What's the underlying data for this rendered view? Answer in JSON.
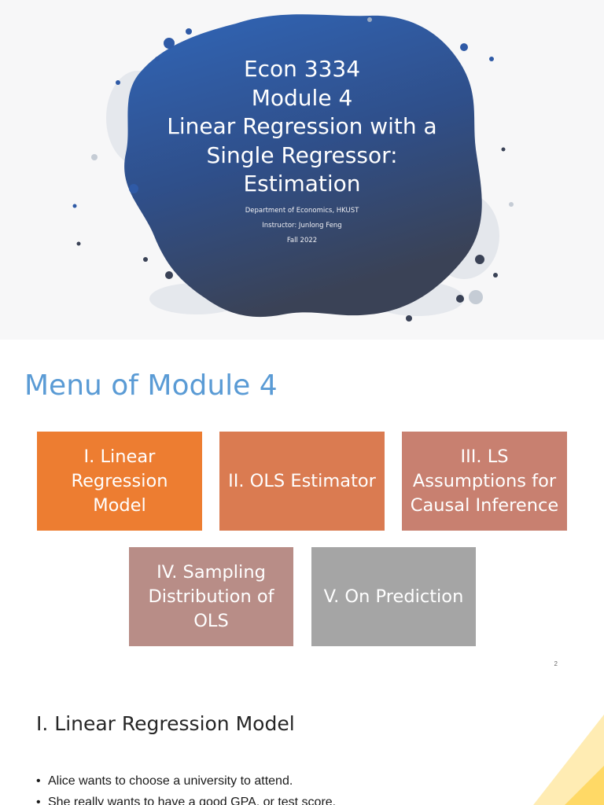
{
  "slide1": {
    "title_lines": [
      "Econ 3334",
      "Module 4",
      "Linear Regression with a",
      "Single Regressor:",
      "Estimation"
    ],
    "subtitle_lines": [
      "Department of Economics, HKUST",
      "Instructor: Junlong Feng",
      "Fall 2022"
    ],
    "colors": {
      "blob_top": "#3166b8",
      "blob_bottom": "#3a4256"
    }
  },
  "slide2": {
    "title": "Menu of Module 4",
    "boxes": [
      {
        "lines": [
          "I. Linear",
          "Regression",
          "Model"
        ],
        "color": "#ed7d31"
      },
      {
        "lines": [
          "II. OLS Estimator"
        ],
        "color": "#da7b51"
      },
      {
        "lines": [
          "III. LS",
          "Assumptions for",
          "Causal Inference"
        ],
        "color": "#c88070"
      },
      {
        "lines": [
          "IV. Sampling",
          "Distribution of",
          "OLS"
        ],
        "color": "#b88d87"
      },
      {
        "lines": [
          "V. On Prediction"
        ],
        "color": "#a5a5a5"
      }
    ],
    "page_number": "2"
  },
  "slide3": {
    "title": "I. Linear Regression Model",
    "bullets": [
      "Alice wants to choose a university to attend.",
      "She really wants to have a good GPA, or test score."
    ],
    "colors": {
      "accent": "#ffd966"
    }
  }
}
